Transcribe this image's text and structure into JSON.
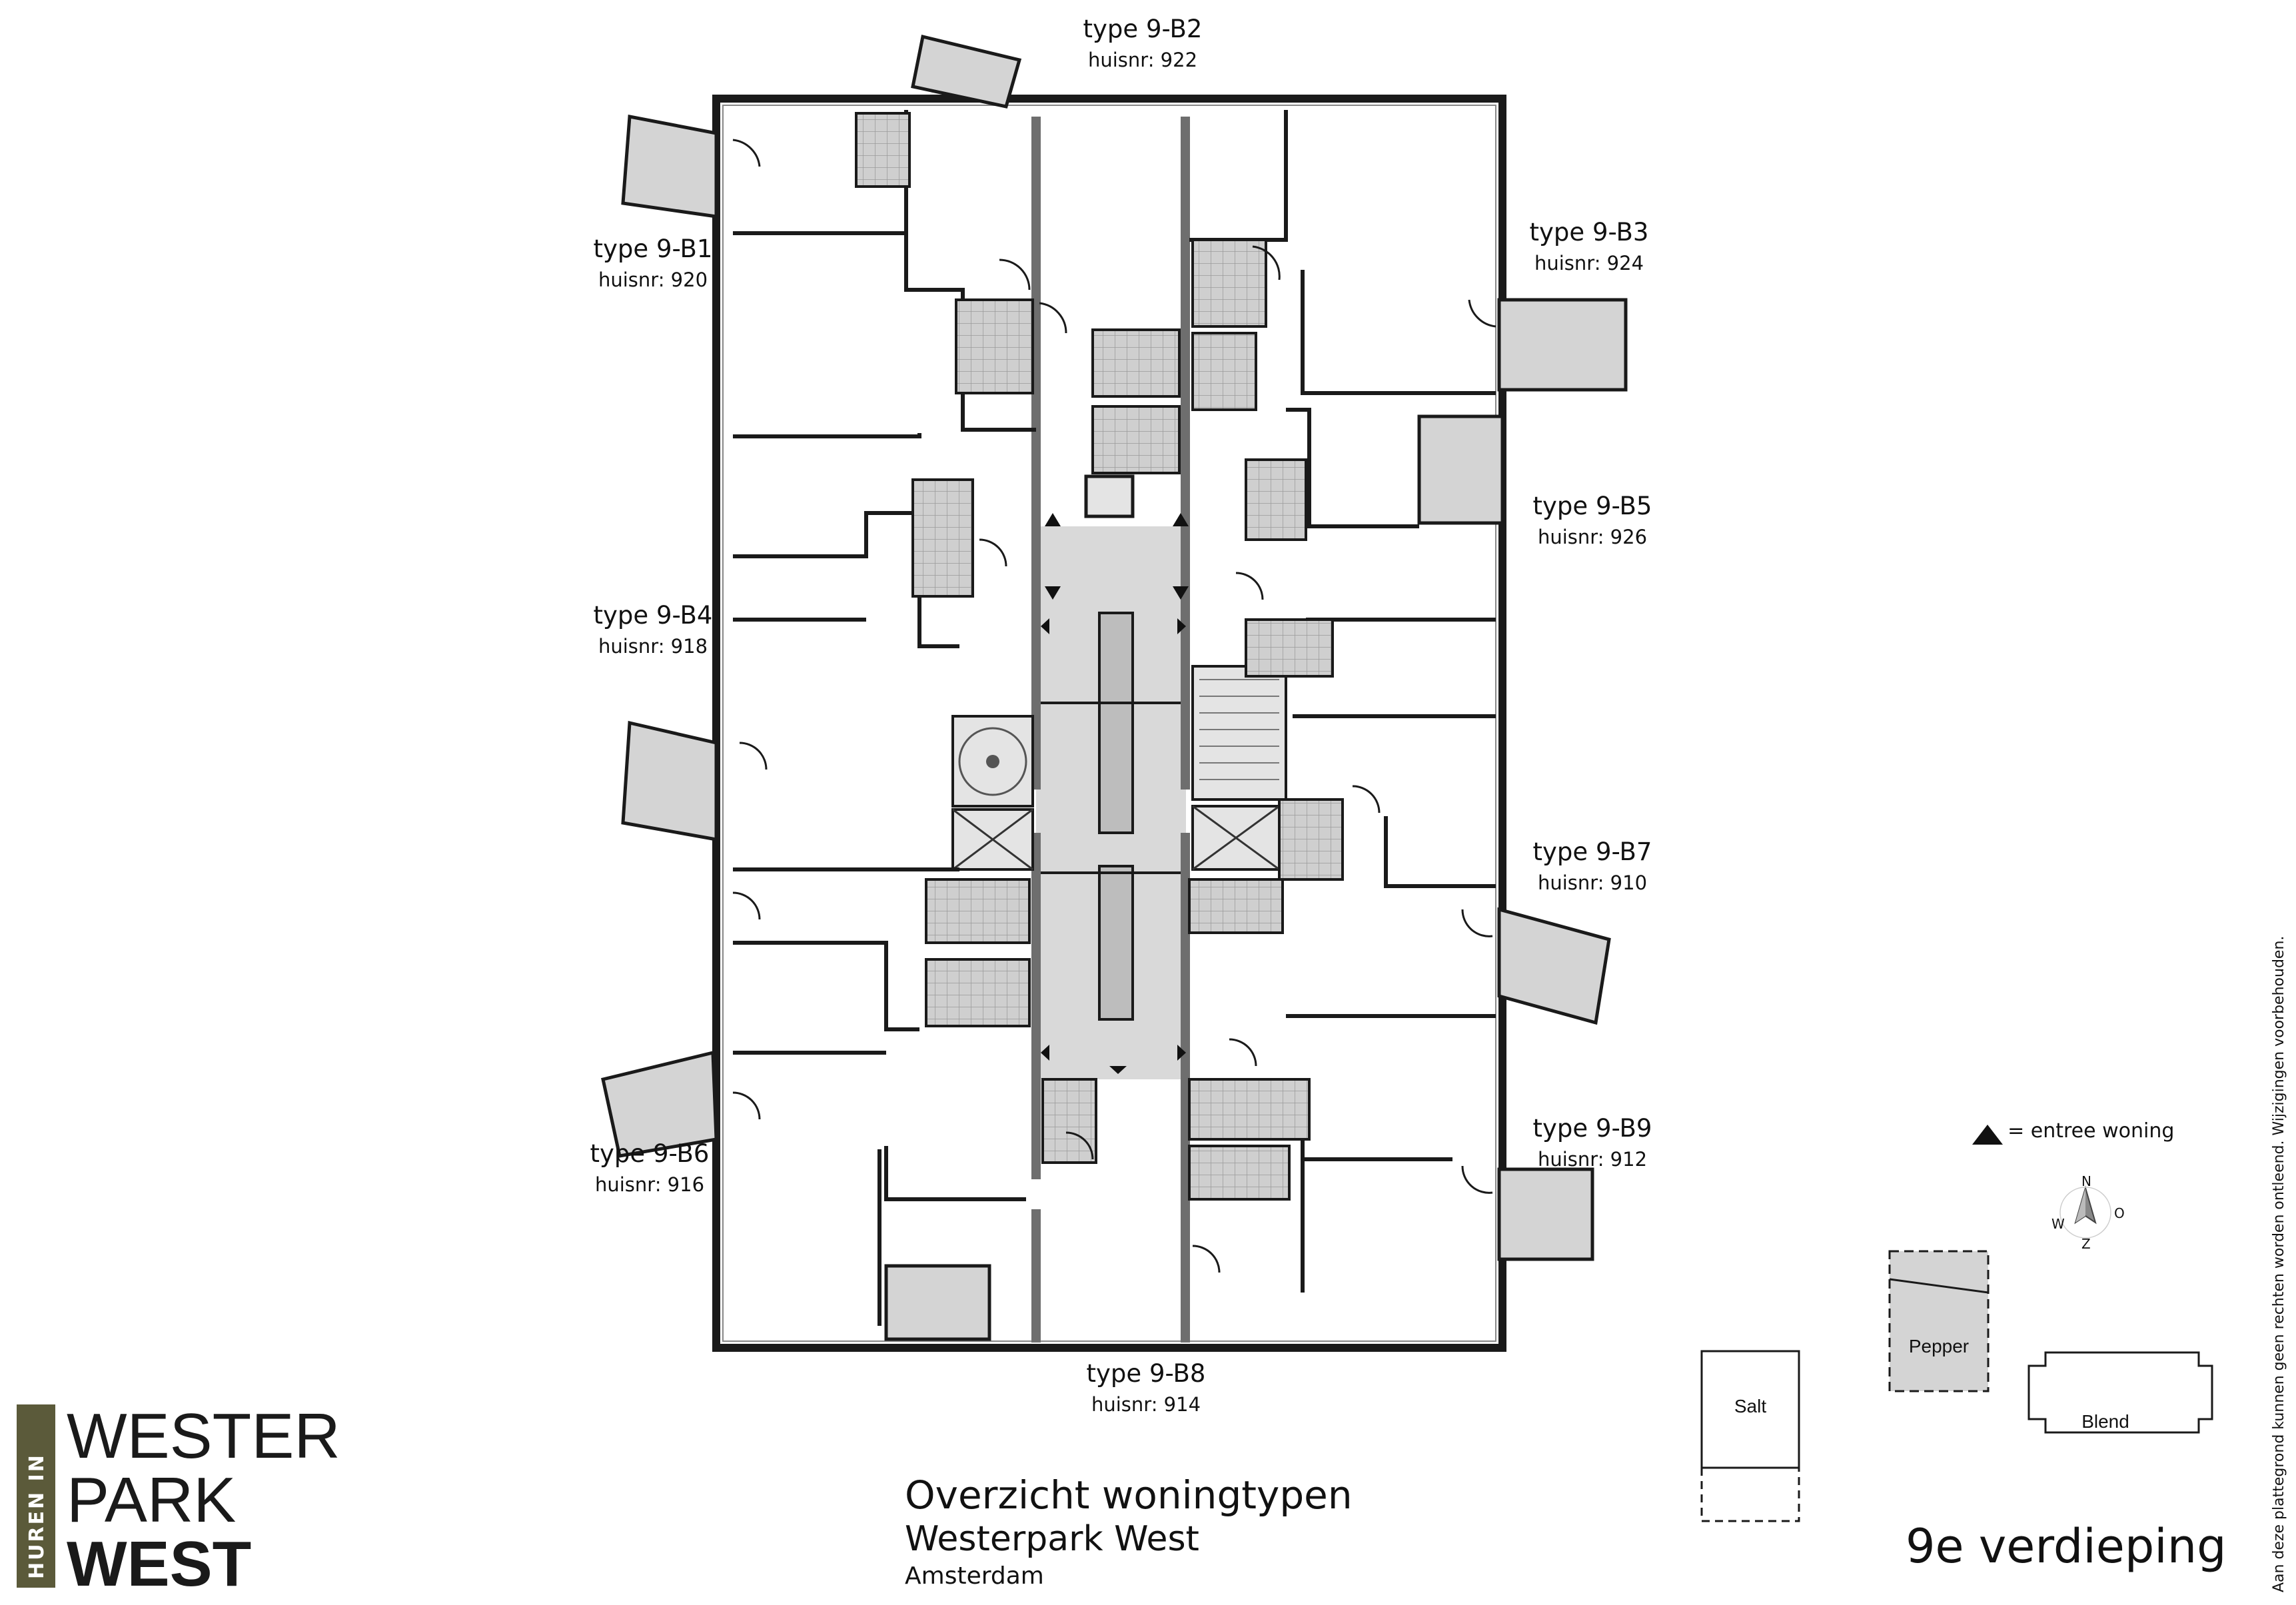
{
  "units": [
    {
      "id": "b2",
      "type": "type 9-B2",
      "nr": "huisnr: 922"
    },
    {
      "id": "b1",
      "type": "type 9-B1",
      "nr": "huisnr: 920"
    },
    {
      "id": "b3",
      "type": "type 9-B3",
      "nr": "huisnr: 924"
    },
    {
      "id": "b5",
      "type": "type 9-B5",
      "nr": "huisnr: 926"
    },
    {
      "id": "b4",
      "type": "type 9-B4",
      "nr": "huisnr: 918"
    },
    {
      "id": "b7",
      "type": "type 9-B7",
      "nr": "huisnr: 910"
    },
    {
      "id": "b9",
      "type": "type 9-B9",
      "nr": "huisnr: 912"
    },
    {
      "id": "b6",
      "type": "type 9-B6",
      "nr": "huisnr: 916"
    },
    {
      "id": "b8",
      "type": "type 9-B8",
      "nr": "huisnr: 914"
    }
  ],
  "legend": {
    "entree": "=  entree woning"
  },
  "compass": {
    "n": "N",
    "o": "O",
    "z": "Z",
    "w": "W"
  },
  "site": {
    "salt": "Salt",
    "pepper": "Pepper",
    "blend": "Blend"
  },
  "footer": {
    "title": "Overzicht woningtypen",
    "project": "Westerpark West",
    "city": "Amsterdam",
    "floor": "9e verdieping"
  },
  "logo": {
    "vertical": "HUREN IN",
    "line1": "WESTER",
    "line2": "PARK",
    "line3": "WEST"
  },
  "disclaimer": "Aan deze plattegrond kunnen geen rechten worden ontleend. Wijzigingen voorbehouden.",
  "colors": {
    "wall": "#1a1a1a",
    "core": "#d9d9d9",
    "balcony": "#d4d4d4",
    "tile": "#c8c8c8",
    "logo": "#5b5a3a"
  }
}
